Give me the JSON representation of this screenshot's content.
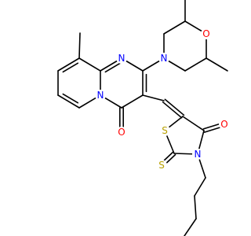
{
  "molecule": {
    "colors": {
      "carbon_bond": "#000000",
      "N": "#0000ff",
      "O": "#ff0000",
      "S": "#b8a000",
      "background": "#ffffff"
    },
    "atoms": [
      {
        "id": "C_me9",
        "label": "",
        "element": "C"
      },
      {
        "id": "C9",
        "label": "",
        "element": "C"
      },
      {
        "id": "C8",
        "label": "",
        "element": "C"
      },
      {
        "id": "C7",
        "label": "",
        "element": "C"
      },
      {
        "id": "C6",
        "label": "",
        "element": "C"
      },
      {
        "id": "N5",
        "label": "N",
        "element": "N"
      },
      {
        "id": "C9a",
        "label": "",
        "element": "C"
      },
      {
        "id": "N1",
        "label": "N",
        "element": "N"
      },
      {
        "id": "C2",
        "label": "",
        "element": "C"
      },
      {
        "id": "C3",
        "label": "",
        "element": "C"
      },
      {
        "id": "C4",
        "label": "",
        "element": "C"
      },
      {
        "id": "O4",
        "label": "O",
        "element": "O"
      },
      {
        "id": "Nm",
        "label": "N",
        "element": "N"
      },
      {
        "id": "Cm1",
        "label": "",
        "element": "C"
      },
      {
        "id": "Cm2",
        "label": "",
        "element": "C"
      },
      {
        "id": "Cm2me",
        "label": "",
        "element": "C"
      },
      {
        "id": "Om",
        "label": "O",
        "element": "O"
      },
      {
        "id": "Cm3",
        "label": "",
        "element": "C"
      },
      {
        "id": "Cm3me",
        "label": "",
        "element": "C"
      },
      {
        "id": "Cm4",
        "label": "",
        "element": "C"
      },
      {
        "id": "Cvin",
        "label": "",
        "element": "C"
      },
      {
        "id": "C5t",
        "label": "",
        "element": "C"
      },
      {
        "id": "St1",
        "label": "S",
        "element": "S"
      },
      {
        "id": "C2t",
        "label": "",
        "element": "C"
      },
      {
        "id": "S2ex",
        "label": "S",
        "element": "S"
      },
      {
        "id": "N3t",
        "label": "N",
        "element": "N"
      },
      {
        "id": "C4t",
        "label": "",
        "element": "C"
      },
      {
        "id": "O4t",
        "label": "O",
        "element": "O"
      },
      {
        "id": "Cb1",
        "label": "",
        "element": "C"
      },
      {
        "id": "Cb2",
        "label": "",
        "element": "C"
      },
      {
        "id": "Cb3",
        "label": "",
        "element": "C"
      },
      {
        "id": "Cb4",
        "label": "",
        "element": "C"
      }
    ],
    "bonds": [
      {
        "a": "C_me9",
        "b": "C9",
        "order": 1
      },
      {
        "a": "C9",
        "b": "C8",
        "order": 2
      },
      {
        "a": "C8",
        "b": "C7",
        "order": 1
      },
      {
        "a": "C7",
        "b": "C6",
        "order": 2
      },
      {
        "a": "C6",
        "b": "N5",
        "order": 1
      },
      {
        "a": "N5",
        "b": "C9a",
        "order": 1
      },
      {
        "a": "C9a",
        "b": "C9",
        "order": 1
      },
      {
        "a": "C9a",
        "b": "N1",
        "order": 2
      },
      {
        "a": "N1",
        "b": "C2",
        "order": 1
      },
      {
        "a": "C2",
        "b": "C3",
        "order": 2
      },
      {
        "a": "C3",
        "b": "C4",
        "order": 1
      },
      {
        "a": "C4",
        "b": "N5",
        "order": 1
      },
      {
        "a": "C4",
        "b": "O4",
        "order": 2
      },
      {
        "a": "C2",
        "b": "Nm",
        "order": 1
      },
      {
        "a": "Nm",
        "b": "Cm1",
        "order": 1
      },
      {
        "a": "Cm1",
        "b": "Cm2",
        "order": 1
      },
      {
        "a": "Cm2",
        "b": "Cm2me",
        "order": 1
      },
      {
        "a": "Cm2",
        "b": "Om",
        "order": 1
      },
      {
        "a": "Om",
        "b": "Cm3",
        "order": 1
      },
      {
        "a": "Cm3",
        "b": "Cm3me",
        "order": 1
      },
      {
        "a": "Cm3",
        "b": "Cm4",
        "order": 1
      },
      {
        "a": "Cm4",
        "b": "Nm",
        "order": 1
      },
      {
        "a": "C3",
        "b": "Cvin",
        "order": 1
      },
      {
        "a": "Cvin",
        "b": "C5t",
        "order": 2
      },
      {
        "a": "C5t",
        "b": "St1",
        "order": 1
      },
      {
        "a": "St1",
        "b": "C2t",
        "order": 1
      },
      {
        "a": "C2t",
        "b": "S2ex",
        "order": 2
      },
      {
        "a": "C2t",
        "b": "N3t",
        "order": 1
      },
      {
        "a": "N3t",
        "b": "C4t",
        "order": 1
      },
      {
        "a": "C4t",
        "b": "C5t",
        "order": 1
      },
      {
        "a": "C4t",
        "b": "O4t",
        "order": 2
      },
      {
        "a": "N3t",
        "b": "Cb1",
        "order": 1
      },
      {
        "a": "Cb1",
        "b": "Cb2",
        "order": 1
      },
      {
        "a": "Cb2",
        "b": "Cb3",
        "order": 1
      },
      {
        "a": "Cb3",
        "b": "Cb4",
        "order": 1
      }
    ]
  }
}
